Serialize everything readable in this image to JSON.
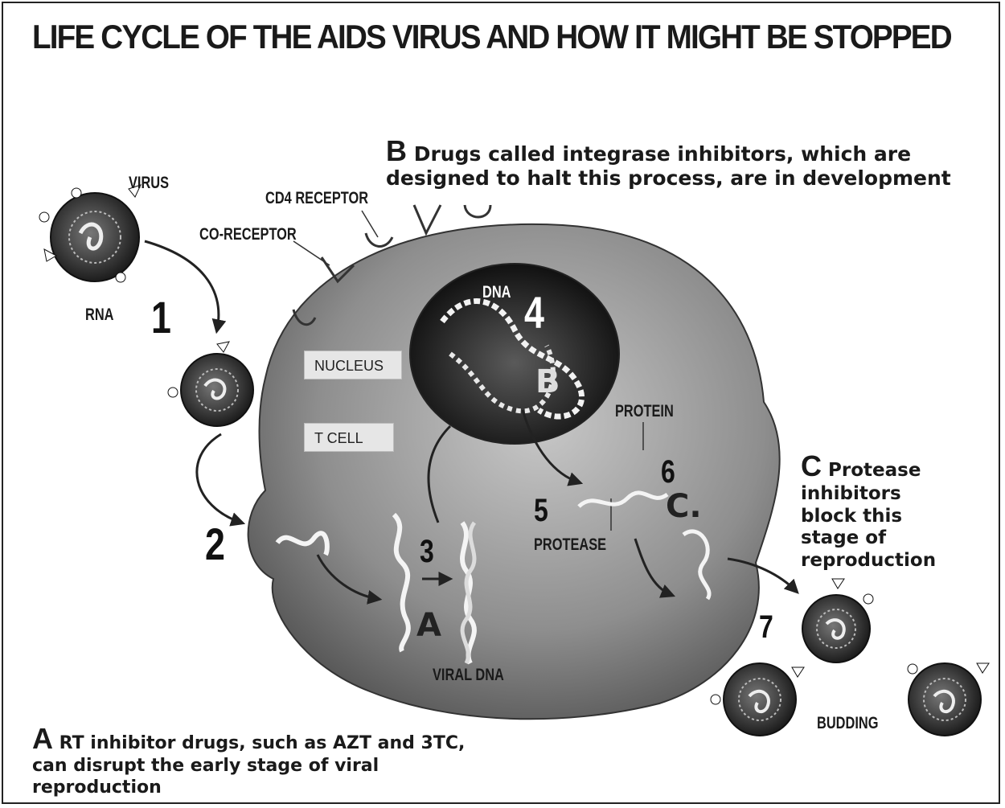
{
  "title": "LIFE CYCLE OF THE AIDS VIRUS AND HOW IT MIGHT BE STOPPED",
  "notes": {
    "b": {
      "letter": "B",
      "text": "Drugs called integrase inhibitors, which are designed to halt this process, are in development"
    },
    "c": {
      "letter": "C",
      "text": "Protease inhibitors block this stage of reproduction"
    },
    "a": {
      "letter": "A",
      "text": "RT inhibitor drugs, such as AZT and 3TC, can disrupt the early stage of viral reproduction"
    }
  },
  "labels": {
    "virus": "VIRUS",
    "rna": "RNA",
    "cd4": "CD4 RECEPTOR",
    "coreceptor": "CO-RECEPTOR",
    "dna": "DNA",
    "protein": "PROTEIN",
    "protease": "PROTEASE",
    "viral_dna": "VIRAL DNA",
    "budding": "BUDDING"
  },
  "boxes": {
    "nucleus": "NUCLEUS",
    "t_cell": "T CELL"
  },
  "steps": [
    "1",
    "2",
    "3",
    "4",
    "5",
    "6",
    "7"
  ],
  "stage_letters": {
    "a": "A",
    "b": "B",
    "c": "C."
  }
}
